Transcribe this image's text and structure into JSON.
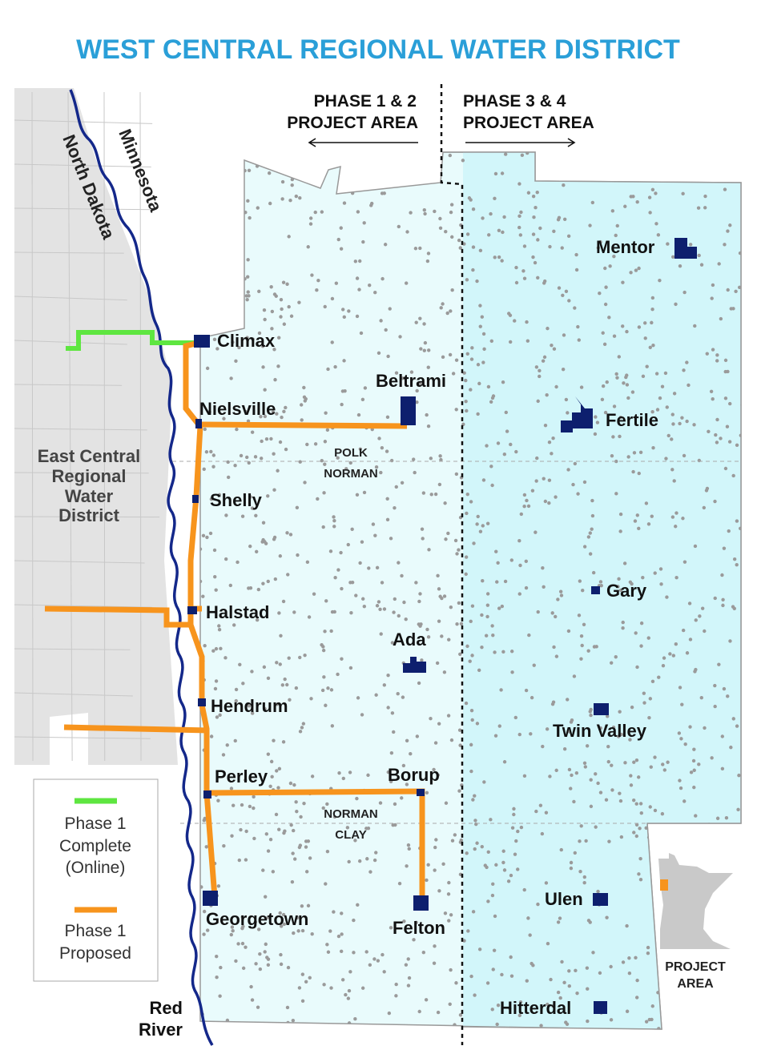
{
  "title": "WEST CENTRAL REGIONAL WATER DISTRICT",
  "colors": {
    "title": "#2a9fd8",
    "phase1_complete": "#5ee640",
    "phase1_proposed": "#f7941d",
    "town": "#0d1f6e",
    "area_phase12": "#e9fbfc",
    "area_phase34": "#d2f6fa",
    "outside": "#e3e3e3",
    "river": "#14288a"
  },
  "project_areas": {
    "left": {
      "line1": "PHASE 1 & 2",
      "line2": "PROJECT AREA"
    },
    "right": {
      "line1": "PHASE 3 & 4",
      "line2": "PROJECT AREA"
    }
  },
  "states": {
    "nd": "North Dakota",
    "mn": "Minnesota"
  },
  "neighbor": {
    "line1": "East Central",
    "line2": "Regional",
    "line3": "Water",
    "line4": "District"
  },
  "counties": {
    "polk": "POLK",
    "norman1": "NORMAN",
    "norman2": "NORMAN",
    "clay": "CLAY"
  },
  "towns": {
    "climax": "Climax",
    "beltrami": "Beltrami",
    "nielsville": "Nielsville",
    "shelly": "Shelly",
    "halstad": "Halstad",
    "ada": "Ada",
    "hendrum": "Hendrum",
    "perley": "Perley",
    "borup": "Borup",
    "georgetown": "Georgetown",
    "felton": "Felton",
    "mentor": "Mentor",
    "fertile": "Fertile",
    "gary": "Gary",
    "twin_valley": "Twin Valley",
    "ulen": "Ulen",
    "hitterdal": "Hitterdal"
  },
  "river": {
    "line1": "Red",
    "line2": "River"
  },
  "legend": {
    "complete": {
      "line1": "Phase 1",
      "line2": "Complete",
      "line3": "(Online)"
    },
    "proposed": {
      "line1": "Phase 1",
      "line2": "Proposed"
    }
  },
  "inset": {
    "line1": "PROJECT",
    "line2": "AREA"
  }
}
